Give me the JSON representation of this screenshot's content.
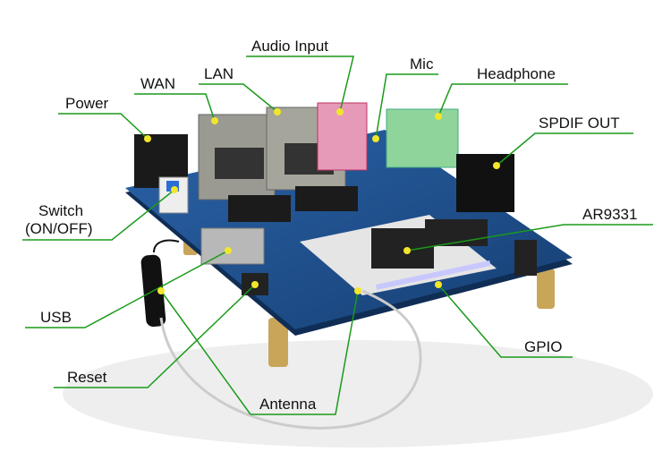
{
  "colors": {
    "leader": "#1a9a1a",
    "dot": "#f2e62a",
    "board": "#1e4f8f",
    "label": "#111111"
  },
  "labels": {
    "audio_input": "Audio Input",
    "wan": "WAN",
    "lan": "LAN",
    "mic": "Mic",
    "headphone": "Headphone",
    "power": "Power",
    "spdif_out": "SPDIF OUT",
    "switch_line1": "Switch",
    "switch_line2": "(ON/OFF)",
    "ar9331": "AR9331",
    "usb": "USB",
    "gpio": "GPIO",
    "reset": "Reset",
    "antenna": "Antenna"
  }
}
